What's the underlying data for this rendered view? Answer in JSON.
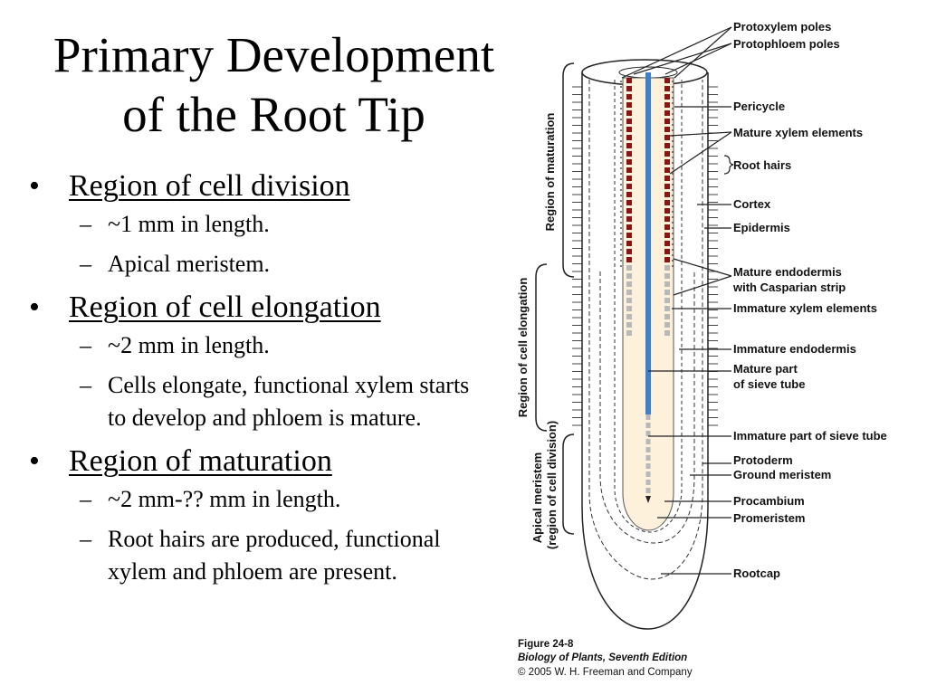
{
  "title": {
    "line1": "Primary Development",
    "line2": "of the Root Tip"
  },
  "bullets": [
    {
      "heading": "Region of cell division",
      "sub": [
        "~1 mm in length.",
        "Apical meristem."
      ]
    },
    {
      "heading": "Region of cell elongation",
      "sub": [
        "~2 mm in length.",
        "Cells elongate, functional xylem starts to develop and phloem is mature."
      ]
    },
    {
      "heading": "Region of maturation",
      "sub": [
        "~2 mm-?? mm in length.",
        "Root hairs are produced, functional xylem and phloem are present."
      ]
    }
  ],
  "bullet_symbol": "•",
  "dash_symbol": "–",
  "diagram": {
    "labels": {
      "protoxylem_poles": "Protoxylem poles",
      "protophloem_poles": "Protophloem poles",
      "pericycle": "Pericycle",
      "mature_xylem": "Mature xylem elements",
      "root_hairs": "Root hairs",
      "cortex": "Cortex",
      "epidermis": "Epidermis",
      "mature_endodermis_1": "Mature endodermis",
      "mature_endodermis_2": "with Casparian strip",
      "immature_xylem": "Immature xylem elements",
      "immature_endodermis": "Immature endodermis",
      "mature_sieve_1": "Mature part",
      "mature_sieve_2": "of sieve tube",
      "immature_sieve": "Immature part of sieve tube",
      "protoderm": "Protoderm",
      "ground_meristem": "Ground meristem",
      "procambium": "Procambium",
      "promeristem": "Promeristem",
      "rootcap": "Rootcap"
    },
    "regions": {
      "maturation": "Region of maturation",
      "elongation": "Region of cell elongation",
      "apical_1": "Apical meristem",
      "apical_2": "(region of cell division)"
    },
    "caption": {
      "figure": "Figure 24-8",
      "book": "Biology of Plants, Seventh Edition",
      "copyright": "© 2005 W. H. Freeman and Company"
    },
    "colors": {
      "sieve_tube": "#3d7fd1",
      "stele_fill": "#fdf1dc",
      "xylem_mature": "#8b1414",
      "xylem_immature": "#b8b8b8"
    }
  }
}
